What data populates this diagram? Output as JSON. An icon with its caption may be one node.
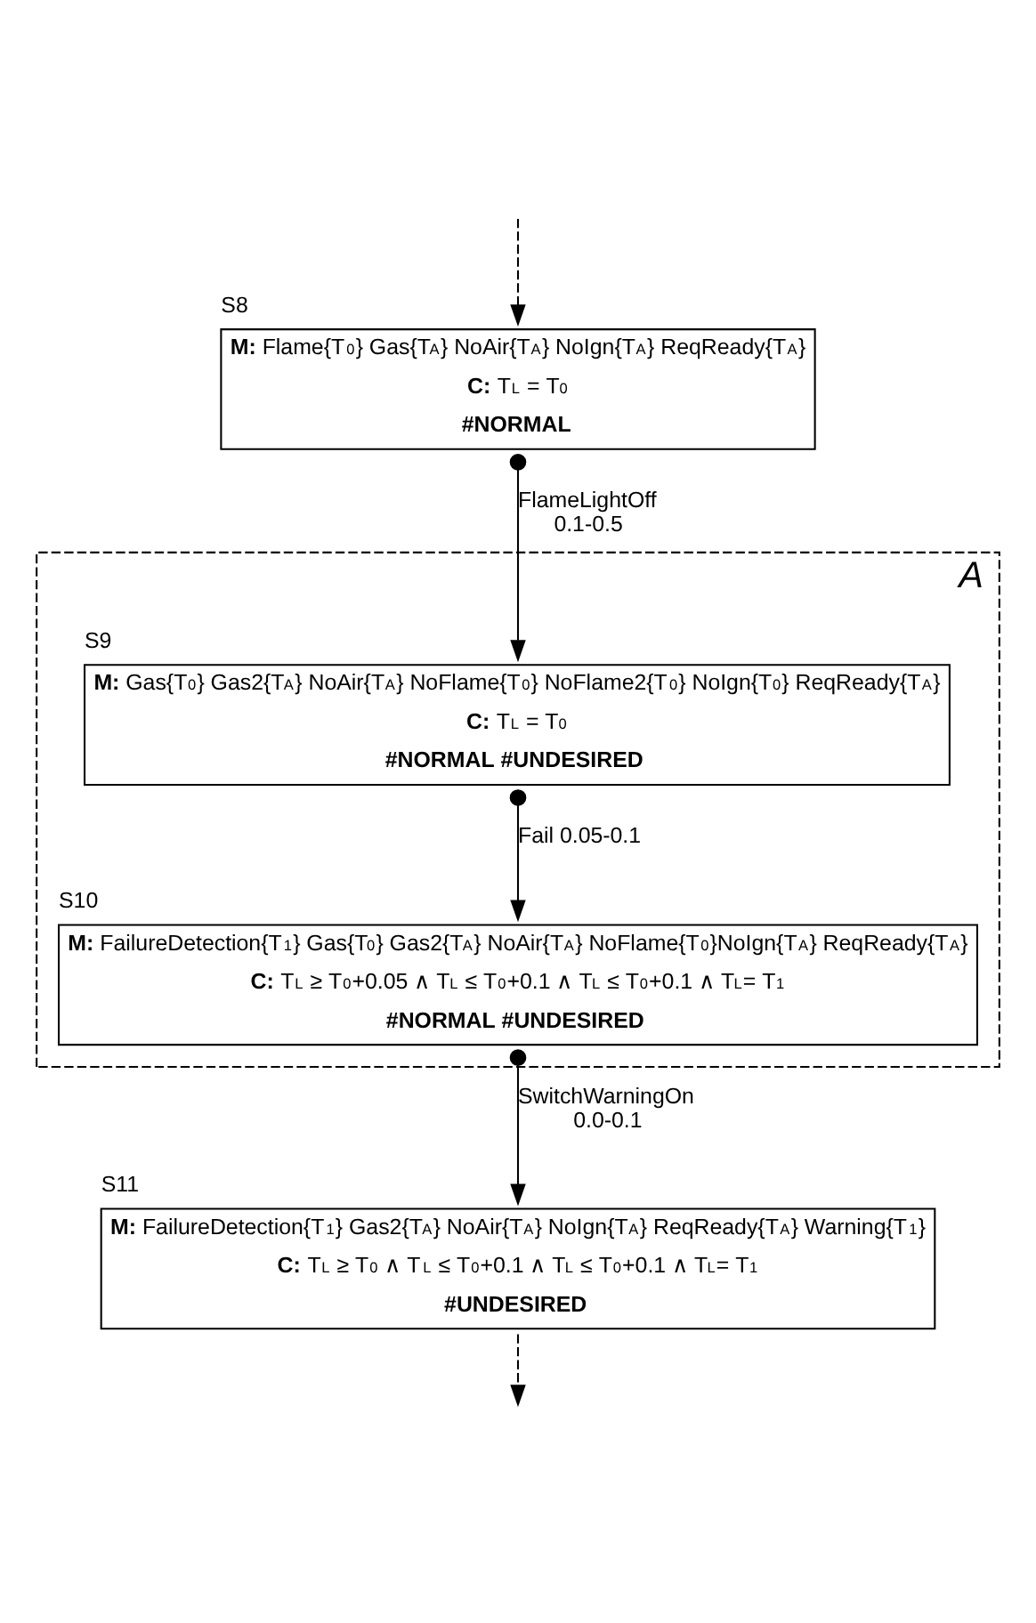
{
  "diagram": {
    "nodes": [
      {
        "text": [
          "S8",
          "**M:** Flame{T$_{0}$} Gas{T$_{A}$} NoAir{T$_{A}$} NoIgn{T$_{A}$} ReqReady{T$_{A}$}",
          "**C:** T$_{L}$ = T$_{0}$",
          "#NORMAL"
        ]
      },
      {
        "text": [
          "A"
        ]
      },
      {
        "text": [
          "S9",
          "**M:** Gas{T$_{0}$} Gas2{T$_{A}$} NoAir{T$_{A}$} NoFlame{T$_{0}$} NoFlame2{T$_{0}$} NoIgn{T$_{0}$} ReqReady{T$_{A}$}",
          "**C:** T$_{L}$ = T$_{0}$",
          "#NORMAL #UNDESIRED"
        ],
        "in": 1
      },
      {
        "text": [
          "S10",
          "**M:** FailureDetection{T$_{1}$} Gas{T$_{0}$} Gas2{T$_{A}$} NoAir{T$_{A}$} NoFlame{T$_{0}$}NoIgn{T$_{A}$} ReqReady{T$_{A}$}",
          "**C:** T$_{L}$ ≥ T$_{0}$+0.05 ∧ T$_{L}$ ≤ T$_{0}$+0.1 ∧ T$_{L}$ ≤ T$_{0}$+0.1 ∧ T$_{L}$= T$_{1}$",
          "#NORMAL #UNDESIRED"
        ],
        "in": 1
      },
      {
        "text": [
          "S11",
          "**M:** FailureDetection{T$_{1}$} Gas2{T$_{A}$} NoAir{T$_{A}$} NoIgn{T$_{A}$} ReqReady{T$_{A}$} Warning{T$_{1}$}",
          "**C:** T$_{L}$ ≥ T$_{0}$ ∧ T$_{L}$ ≤ T$_{0}$+0.1 ∧ T$_{L}$ ≤ T$_{0}$+0.1 ∧ T$_{L}$= T$_{1}$",
          "#UNDESIRED"
        ]
      }
    ],
    "edges": [
      {
        "from": null,
        "to": 0,
        "arrow": "to",
        "style": "dashed"
      },
      {
        "from": 0,
        "to": 2,
        "arrow": "to",
        "label": "FlameLightOff 0.1-0.5"
      },
      {
        "from": 2,
        "to": 3,
        "arrow": "to",
        "label": "Fail 0.05-0.1"
      },
      {
        "from": 3,
        "to": 4,
        "arrow": "to",
        "label": "SwitchWarningOn 0.0-0.1"
      },
      {
        "from": 4,
        "to": null,
        "arrow": "to",
        "style": "dashed"
      }
    ]
  }
}
